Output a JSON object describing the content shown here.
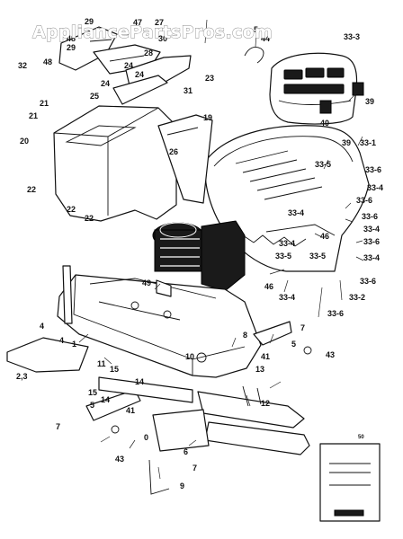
{
  "watermark": "AppliancePartsPros.com",
  "labels": {
    "l_29a": "29",
    "l_47": "47",
    "l_27": "27",
    "l_30": "30",
    "l_48a": "48",
    "l_29b": "29",
    "l_28": "28",
    "l_32": "32",
    "l_48b": "48",
    "l_24a": "24",
    "l_24b": "24",
    "l_24c": "24",
    "l_31": "31",
    "l_23": "23",
    "l_25": "25",
    "l_21a": "21",
    "l_21b": "21",
    "l_19": "19",
    "l_20": "20",
    "l_26": "26",
    "l_22a": "22",
    "l_22b": "22",
    "l_22c": "22",
    "l_44": "44",
    "l_5a": "5",
    "l_333": "33-3",
    "l_39a": "39",
    "l_40": "40",
    "l_39b": "39",
    "l_331": "33-1",
    "l_335a": "33-5",
    "l_336a": "33-6",
    "l_334a": "33-4",
    "l_336b": "33-6",
    "l_334b": "33-4",
    "l_336c": "33-6",
    "l_334c": "33-4",
    "l_46a": "46",
    "l_336d": "33-6",
    "l_334d": "33-4",
    "l_335b": "33-5",
    "l_335c": "33-5",
    "l_334e": "33-4",
    "l_336e": "33-6",
    "l_46b": "46",
    "l_334f": "33-4",
    "l_336f": "33-6",
    "l_332": "33-2",
    "l_336g": "33-6",
    "l_49": "49",
    "l_4a": "4",
    "l_4b": "4",
    "l_1": "1",
    "l_23b": "2,3",
    "l_7a": "7",
    "l_8": "8",
    "l_5b": "5",
    "l_41a": "41",
    "l_43a": "43",
    "l_10": "10",
    "l_11": "11",
    "l_15a": "15",
    "l_14a": "14",
    "l_15b": "15",
    "l_14b": "14",
    "l_13": "13",
    "l_12": "12",
    "l_5c": "5",
    "l_41b": "41",
    "l_7b": "7",
    "l_0": "0",
    "l_6": "6",
    "l_7c": "7",
    "l_43b": "43",
    "l_9": "9",
    "l_50": "50"
  }
}
